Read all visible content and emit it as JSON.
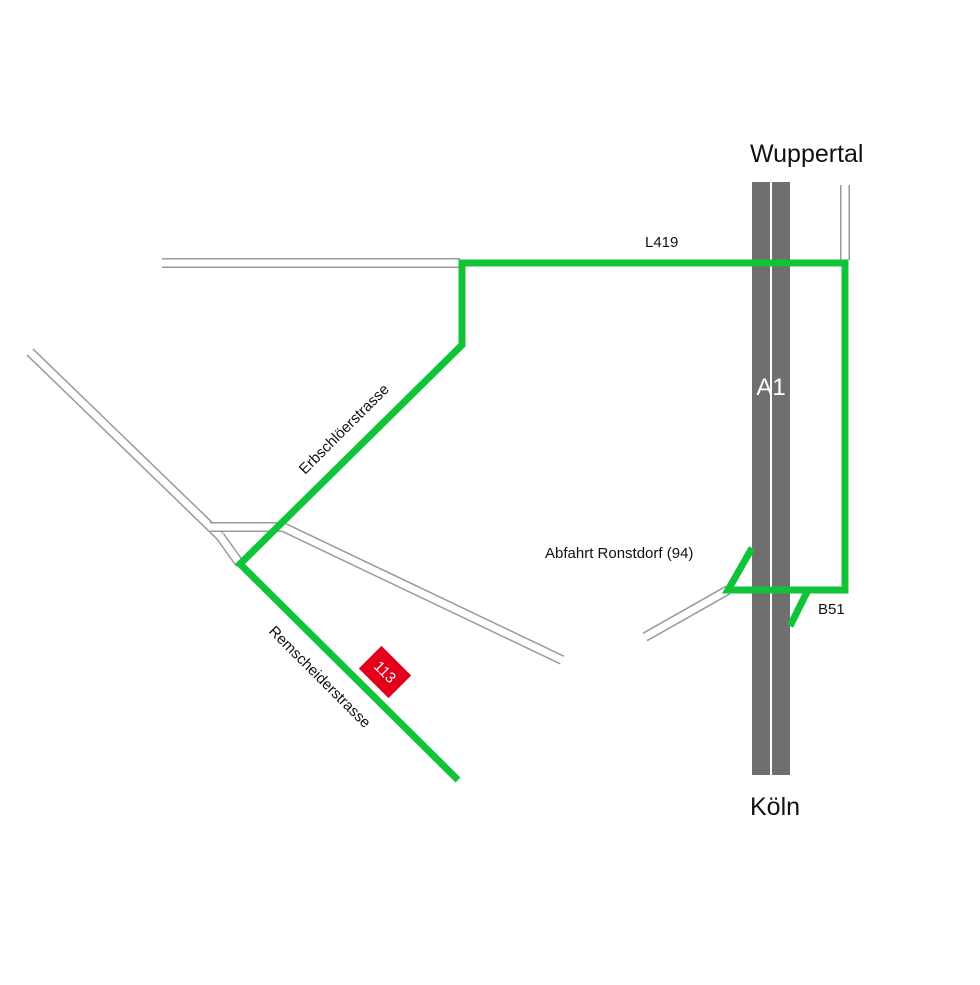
{
  "colors": {
    "route": "#10c43a",
    "highway": "#6f6f6f",
    "highway_divider": "#ffffff",
    "minor_road_fill": "#ffffff",
    "minor_road_outline": "#9a9a9a",
    "badge": "#e2001a",
    "text": "#111111"
  },
  "destinations": {
    "north": "Wuppertal",
    "south": "Köln"
  },
  "highway": {
    "name": "A1"
  },
  "roads": {
    "l419": "L419",
    "b51": "B51",
    "erbschloe": "Erbschlöerstrasse",
    "remscheider": "Remscheiderstrasse"
  },
  "exit": {
    "label": "Abfahrt Ronstdorf (94)"
  },
  "destination_marker": {
    "number": "113"
  }
}
